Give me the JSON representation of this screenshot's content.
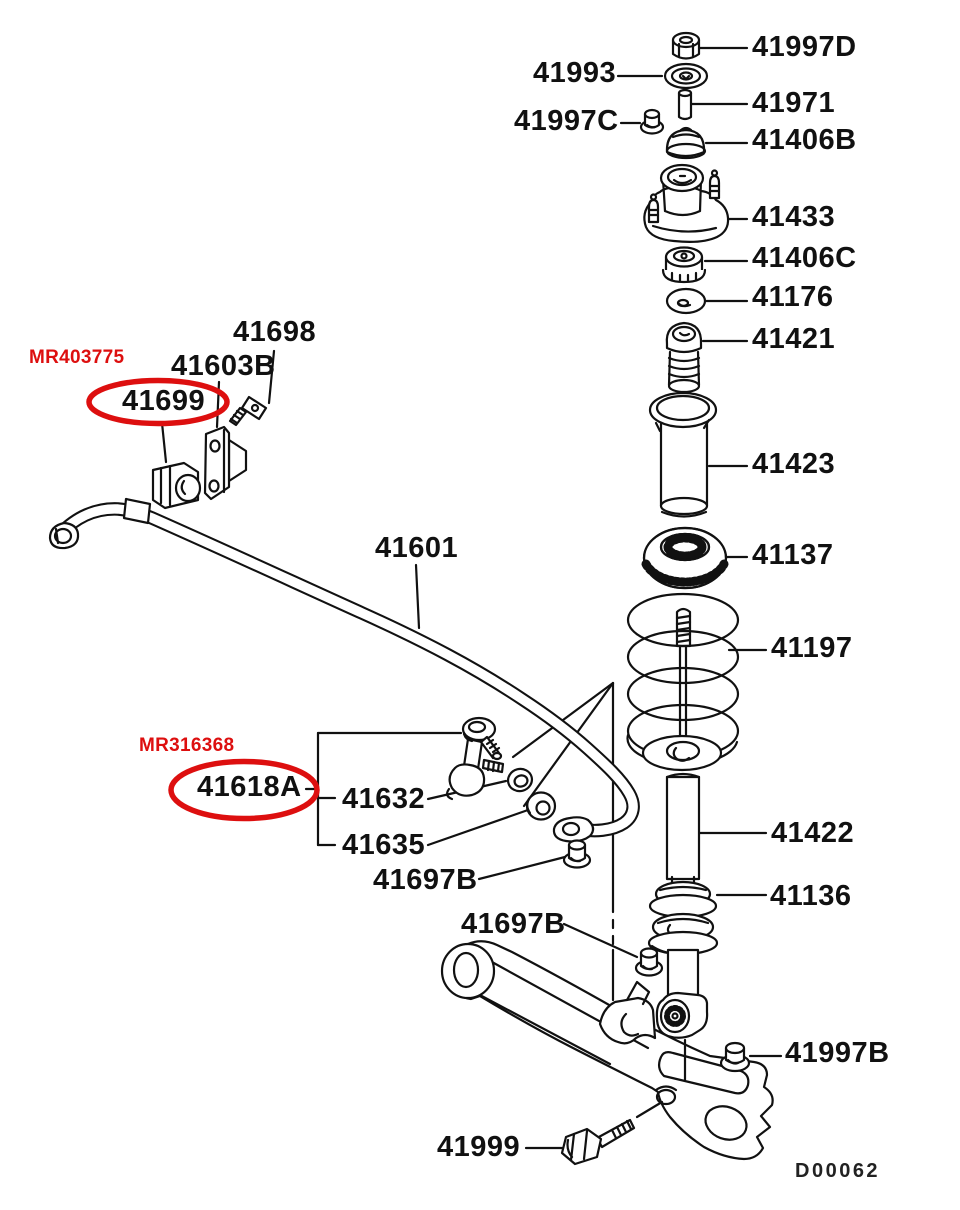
{
  "diagram_code": "D00062",
  "colors": {
    "line": "#111111",
    "background": "#ffffff",
    "highlight": "#dd0f0f"
  },
  "callouts": [
    {
      "part": "41997D"
    },
    {
      "part": "41993"
    },
    {
      "part": "41971"
    },
    {
      "part": "41997C"
    },
    {
      "part": "41406B"
    },
    {
      "part": "41433"
    },
    {
      "part": "41406C"
    },
    {
      "part": "41176"
    },
    {
      "part": "41421"
    },
    {
      "part": "41423"
    },
    {
      "part": "41137"
    },
    {
      "part": "41197"
    },
    {
      "part": "41422"
    },
    {
      "part": "41136"
    },
    {
      "part": "41997B"
    },
    {
      "part": "41698"
    },
    {
      "part": "41603B"
    },
    {
      "part": "41699",
      "highlighted": true,
      "oem_ref": "MR403775"
    },
    {
      "part": "41601"
    },
    {
      "part": "41618A",
      "highlighted": true,
      "oem_ref": "MR316368"
    },
    {
      "part": "41632"
    },
    {
      "part": "41635"
    },
    {
      "part": "41697B"
    },
    {
      "part": "41697B"
    },
    {
      "part": "41999"
    }
  ],
  "oem_refs": [
    {
      "code": "MR403775"
    },
    {
      "code": "MR316368"
    }
  ]
}
